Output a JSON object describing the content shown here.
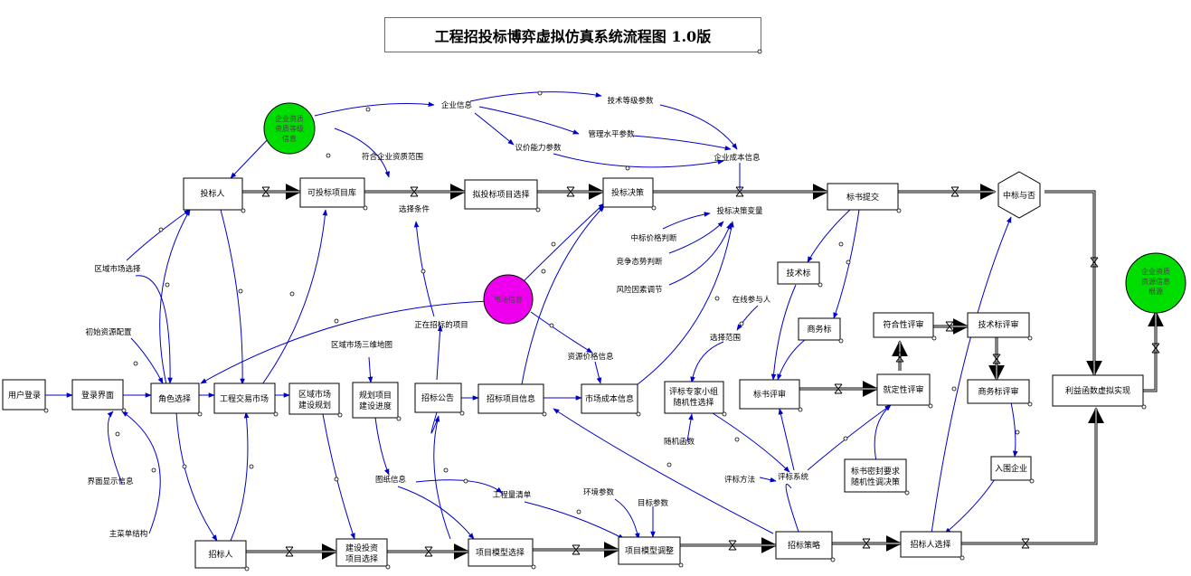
{
  "title": "工程招投标博弈虚拟仿真系统流程图 1.0版",
  "colors": {
    "green": "#00dd00",
    "magenta": "#ee00ee",
    "blue": "#0000cc",
    "black": "#000000"
  },
  "nodes": {
    "yonghu": "用户登录",
    "denglu": "登录界面",
    "juese": "角色选择",
    "toubiaoren": "投标人",
    "kitoubiao": "可投标项目库",
    "nitoubiao": "拟投标项目选择",
    "toubiaojuece": "投标决策",
    "biaoshutijiao": "标书提交",
    "jishubiao": "技术标",
    "shangwubiao": "商务标",
    "biaoshupingshen": "标书评审",
    "fuhexing": "符合性评审",
    "jishupingshen": "技术标评审",
    "shangwupingshen": "商务标评审",
    "dingjia": "就定性评审",
    "liyi": "利益函数虚拟实现",
    "ruwei": "入围企业",
    "gongcheng": "工程交易市场",
    "quyu_a": "区域市场",
    "quyu_b": "建设规划",
    "guihua_a": "规划项目",
    "guihua_b": "建设进度",
    "zhaobiaogonggao": "招标公告",
    "zhaobiaoxinxi": "招标项目信息",
    "shichangchengben": "市场成本信息",
    "pingzhuan_a": "评标专家小组",
    "pingzhuan_b": "随机性选择",
    "zhaobiaoren": "招标人",
    "jianshe_a": "建设投资",
    "jianshe_b": "项目选择",
    "moxing": "项目模型选择",
    "tiaozheng": "项目模型调整",
    "celue": "招标策略",
    "xuanze": "招标人选择",
    "zhongbiao": "中标与否",
    "qiye_circle": [
      "企业资质",
      "资质等级",
      "信息"
    ],
    "shichang_circle": "市场信息",
    "right_circle": [
      "企业资质",
      "资源信息",
      "根源"
    ]
  },
  "labels": {
    "qiyexinxi": "企业信息",
    "jishudengji": "技术等级参数",
    "guanli": "管理水平参数",
    "yijia": "议价能力参数",
    "qiyechengben": "企业成本信息",
    "fuhe": "符合企业资质范围",
    "xuanzetiaojian": "选择条件",
    "juecebianliang": "投标决策变量",
    "zhongbiaojiage": "中标价格判断",
    "jingzheng": "竞争态势判断",
    "fengxian": "风险因素调节",
    "quyuxuanze": "区域市场选择",
    "chushi": "初始资源配置",
    "zaizhao": "正在招标的项目",
    "quyusanwei": "区域市场三维地图",
    "ziyuan": "资源价格信息",
    "canyu": "在线参与人",
    "xuanzefanwei": "选择范围",
    "suiji": "随机函数",
    "jiemian": "界面显示信息",
    "caidan": "主菜单结构",
    "tuzhi": "图纸信息",
    "qingdan": "工程量清单",
    "huanjing": "环境参数",
    "mubiao": "目标参数",
    "pingbiaofangfa": "评标方法",
    "pingbiaoxitong": "评标系统",
    "biaoshu_a": "标书密封要求",
    "biaoshu_b": "随机性调决策"
  }
}
